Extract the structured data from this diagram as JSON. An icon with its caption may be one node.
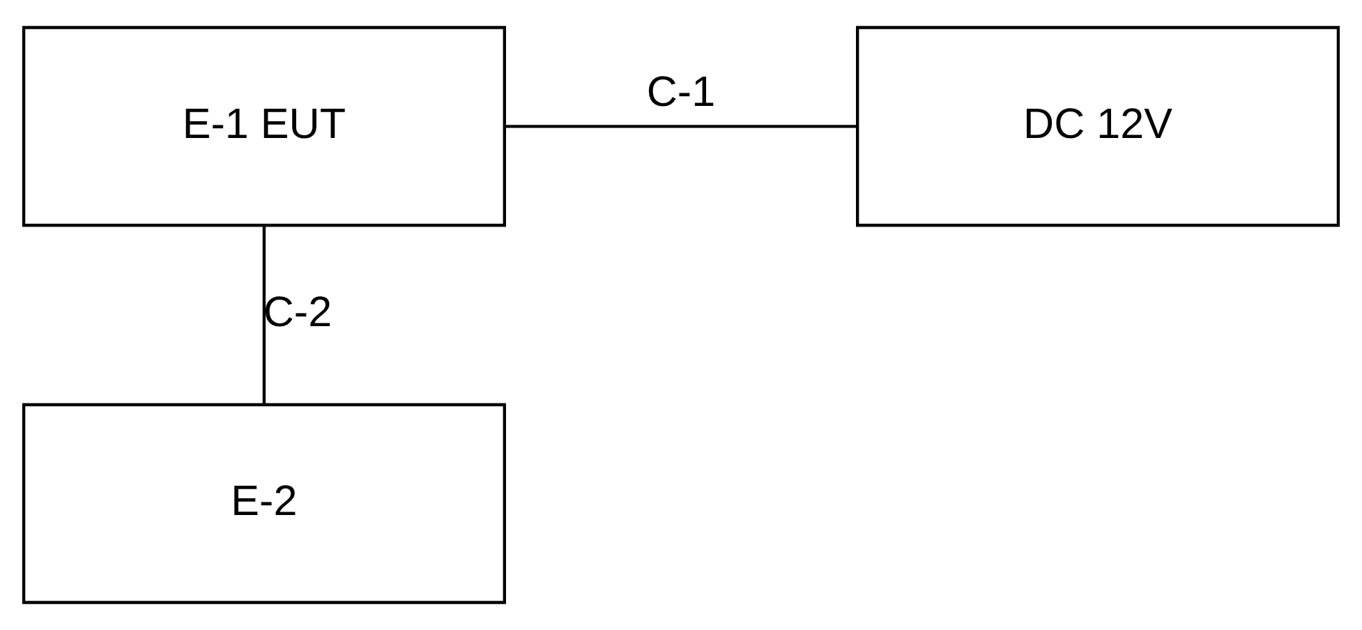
{
  "diagram": {
    "nodes": [
      {
        "text": [
          "E-1 EUT"
        ]
      },
      {
        "text": [
          "E-2"
        ]
      },
      {
        "text": [
          "DC 12V"
        ]
      }
    ],
    "edges": [
      {
        "from": 0,
        "to": 2,
        "arrow": "none",
        "label": "C-1"
      },
      {
        "from": 0,
        "to": 1,
        "arrow": "none",
        "label": "C-2"
      }
    ]
  }
}
